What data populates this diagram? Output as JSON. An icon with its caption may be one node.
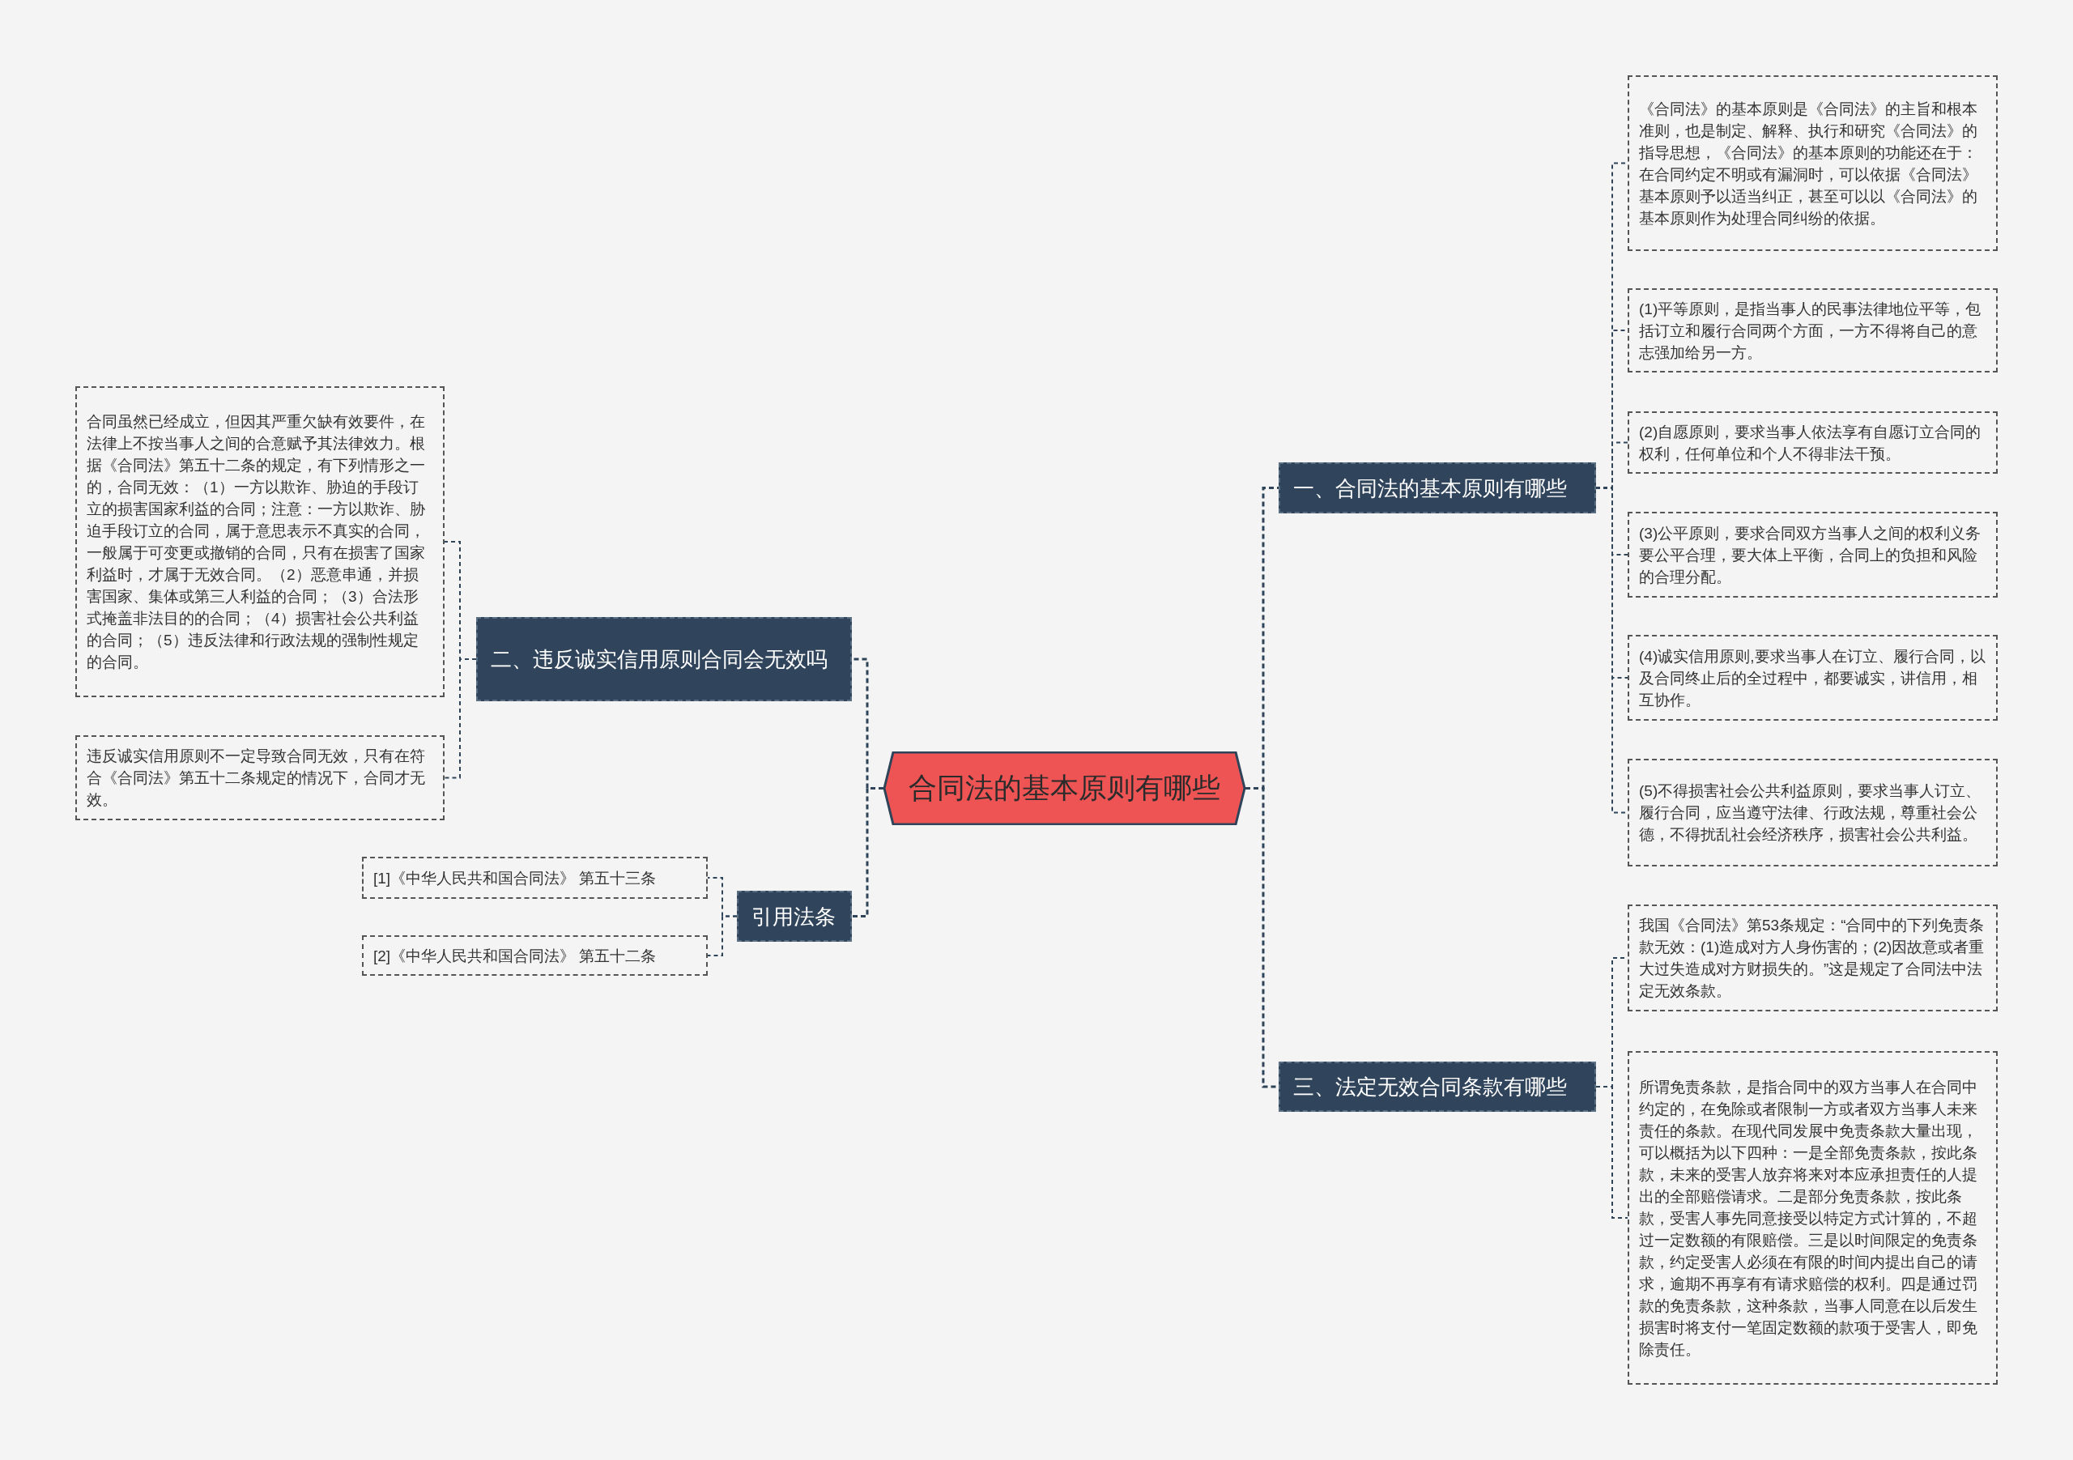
{
  "diagram": {
    "nodes": [
      {
        "text": [
          "合同法的基本原则有哪些"
        ]
      },
      {
        "text": [
          "一、合同法的基本原则有哪些"
        ]
      },
      {
        "text": [
          "《合同法》的基本原则是《合同法》的主旨和根本准则，也是制定、解释、执行和研究《合同法》的指导思想，《合同法》的基本原则的功能还在于：在合同约定不明或有漏洞时，可以依据《合同法》基本原则予以适当纠正，甚至可以以《合同法》的基本原则作为处理合同纠纷的依据。"
        ]
      },
      {
        "text": [
          "(1)平等原则，是指当事人的民事法律地位平等，包括订立和履行合同两个方面，一方不得将自己的意志强加给另一方。"
        ]
      },
      {
        "text": [
          "(2)自愿原则，要求当事人依法享有自愿订立合同的权利，任何单位和个人不得非法干预。"
        ]
      },
      {
        "text": [
          "(3)公平原则，要求合同双方当事人之间的权利义务要公平合理，要大体上平衡，合同上的负担和风险的合理分配。"
        ]
      },
      {
        "text": [
          "(4)诚实信用原则,要求当事人在订立、履行合同，以及合同终止后的全过程中，都要诚实，讲信用，相互协作。"
        ]
      },
      {
        "text": [
          "(5)不得损害社会公共利益原则，要求当事人订立、履行合同，应当遵守法律、行政法规，尊重社会公德，不得扰乱社会经济秩序，损害社会公共利益。"
        ]
      },
      {
        "text": [
          "二、违反诚实信用原则合同会无效吗"
        ]
      },
      {
        "text": [
          "合同虽然已经成立，但因其严重欠缺有效要件，在法律上不按当事人之间的合意赋予其法律效力。根据《合同法》第五十二条的规定，有下列情形之一的，合同无效：（1）一方以欺诈、胁迫的手段订立的损害国家利益的合同；注意：一方以欺诈、胁迫手段订立的合同，属于意思表示不真实的合同，一般属于可变更或撤销的合同，只有在损害了国家利益时，才属于无效合同。（2）恶意串通，并损害国家、集体或第三人利益的合同；（3）合法形式掩盖非法目的的合同；（4）损害社会公共利益的合同；（5）违反法律和行政法规的强制性规定的合同。"
        ]
      },
      {
        "text": [
          "违反诚实信用原则不一定导致合同无效，只有在符合《合同法》第五十二条规定的情况下，合同才无效。"
        ]
      },
      {
        "text": [
          "三、法定无效合同条款有哪些"
        ]
      },
      {
        "text": [
          "我国《合同法》第53条规定：“合同中的下列免责条款无效：(1)造成对方人身伤害的；(2)因故意或者重大过失造成对方财损失的。”这是规定了合同法中法定无效条款。"
        ]
      },
      {
        "text": [
          "所谓免责条款，是指合同中的双方当事人在合同中约定的，在免除或者限制一方或者双方当事人未来责任的条款。在现代同发展中免责条款大量出现，可以概括为以下四种：一是全部免责条款，按此条款，未来的受害人放弃将来对本应承担责任的人提出的全部赔偿请求。二是部分免责条款，按此条款，受害人事先同意接受以特定方式计算的，不超过一定数额的有限赔偿。三是以时间限定的免责条款，约定受害人必须在有限的时间内提出自己的请求，逾期不再享有有请求赔偿的权利。四是通过罚款的免责条款，这种条款，当事人同意在以后发生损害时将支付一笔固定数额的款项于受害人，即免除责任。"
        ]
      },
      {
        "text": [
          "引用法条"
        ]
      },
      {
        "text": [
          "[1]《中华人民共和国合同法》 第五十三条"
        ]
      },
      {
        "text": [
          "[2]《中华人民共和国合同法》 第五十二条"
        ]
      }
    ],
    "edges": [
      {
        "from": 0,
        "to": 1,
        "arrow": "none"
      },
      {
        "from": 1,
        "to": 2,
        "arrow": "none"
      },
      {
        "from": 1,
        "to": 3,
        "arrow": "none"
      },
      {
        "from": 1,
        "to": 4,
        "arrow": "none"
      },
      {
        "from": 1,
        "to": 5,
        "arrow": "none"
      },
      {
        "from": 1,
        "to": 6,
        "arrow": "none"
      },
      {
        "from": 1,
        "to": 7,
        "arrow": "none"
      },
      {
        "from": 0,
        "to": 8,
        "arrow": "none"
      },
      {
        "from": 8,
        "to": 9,
        "arrow": "none"
      },
      {
        "from": 8,
        "to": 10,
        "arrow": "none"
      },
      {
        "from": 0,
        "to": 11,
        "arrow": "none"
      },
      {
        "from": 11,
        "to": 12,
        "arrow": "none"
      },
      {
        "from": 11,
        "to": 13,
        "arrow": "none"
      },
      {
        "from": 0,
        "to": 14,
        "arrow": "none"
      },
      {
        "from": 14,
        "to": 15,
        "arrow": "none"
      },
      {
        "from": 14,
        "to": 16,
        "arrow": "none"
      }
    ]
  }
}
